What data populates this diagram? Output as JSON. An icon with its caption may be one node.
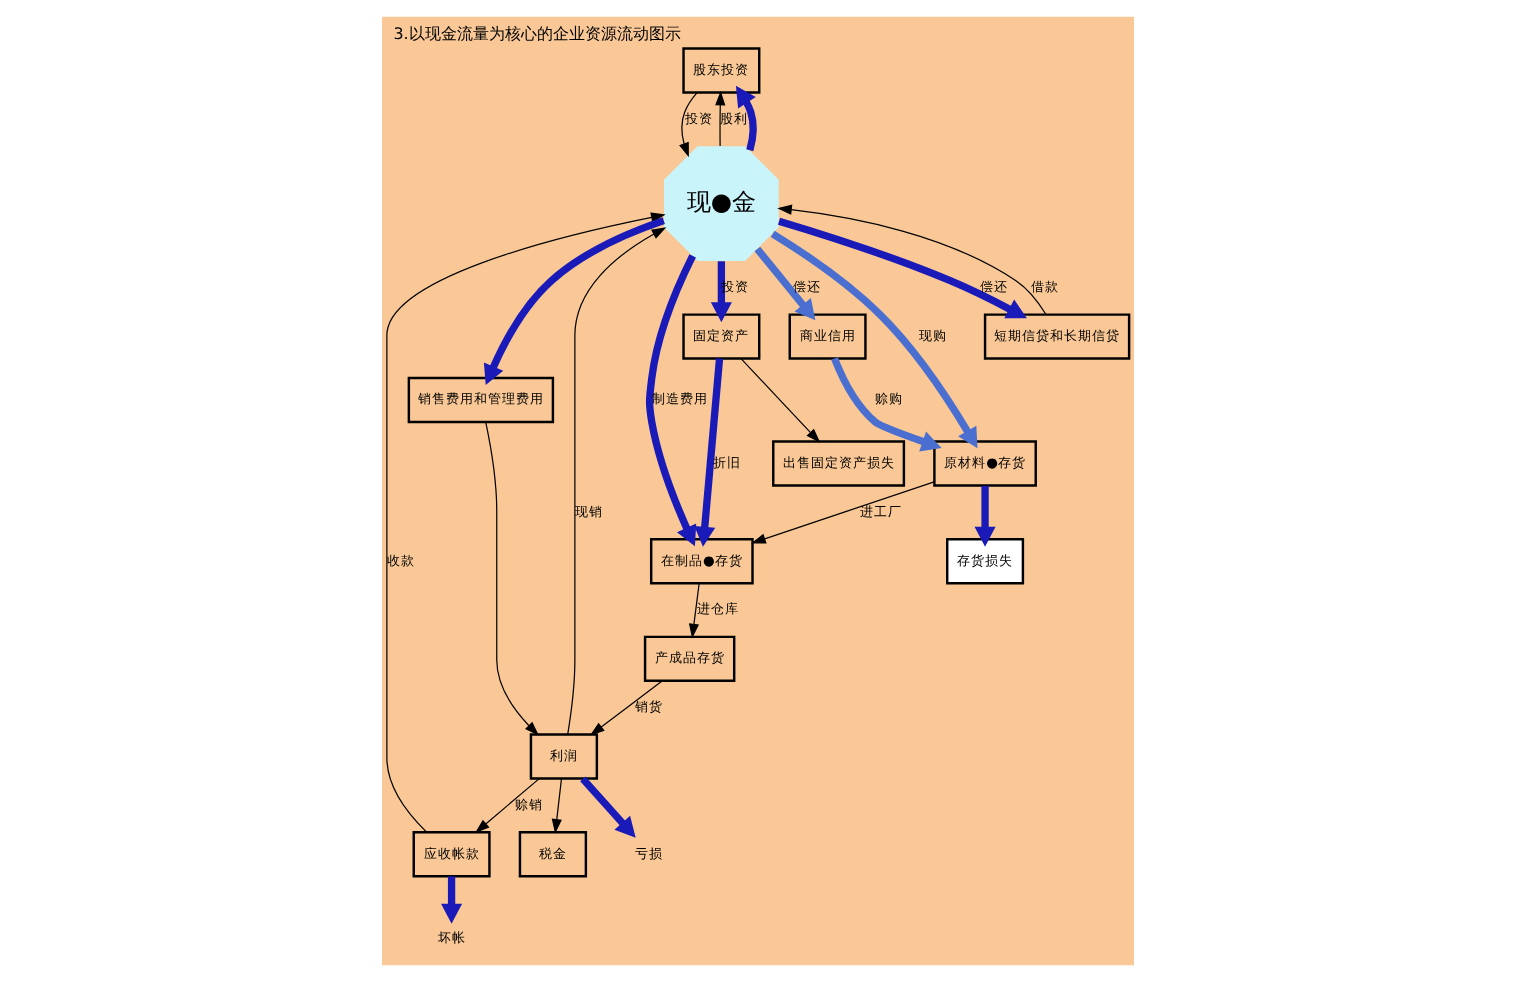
{
  "diagram": {
    "title": "3.以现金流量为核心的企业资源流动图示",
    "nodes": [
      {
        "text": [
          "股东投资"
        ]
      },
      {
        "text": [
          "应收帐款"
        ]
      },
      {
        "text": [
          "商业信用"
        ]
      },
      {
        "text": [
          "现●金"
        ]
      },
      {
        "text": [
          "坏帐"
        ]
      },
      {
        "text": [
          "亏损"
        ]
      },
      {
        "text": [
          "销售费用和管理费用"
        ]
      },
      {
        "text": [
          "税金"
        ]
      },
      {
        "text": [
          "利润"
        ]
      },
      {
        "text": [
          "固定资产"
        ]
      },
      {
        "text": [
          "短期信贷和长期信贷"
        ]
      },
      {
        "text": [
          "原材料●存货"
        ]
      },
      {
        "text": [
          "出售固定资产损失"
        ]
      },
      {
        "text": [
          "存货损失"
        ]
      },
      {
        "text": [
          "产成品存货"
        ]
      },
      {
        "text": [
          "在制品●存货"
        ]
      }
    ],
    "edges": [
      {
        "from": 3,
        "to": 0,
        "arrow": "to",
        "label": "股利"
      },
      {
        "from": 3,
        "to": 0,
        "arrow": "to",
        "style": "thick",
        "color": "#1a1ab8"
      },
      {
        "from": 0,
        "to": 3,
        "arrow": "to",
        "label": "投资"
      },
      {
        "from": 1,
        "to": 3,
        "arrow": "to",
        "label": "收款"
      },
      {
        "from": 8,
        "to": 3,
        "arrow": "to",
        "label": "现销"
      },
      {
        "from": 8,
        "to": 1,
        "arrow": "to",
        "label": "赊销"
      },
      {
        "from": 1,
        "to": 4,
        "arrow": "to",
        "style": "thick",
        "color": "#1a1ab8"
      },
      {
        "from": 8,
        "to": 5,
        "arrow": "to",
        "style": "thick",
        "color": "#1a1ab8"
      },
      {
        "from": 8,
        "to": 7,
        "arrow": "to"
      },
      {
        "from": 3,
        "to": 6,
        "arrow": "to",
        "style": "thick",
        "color": "#1a1ab8"
      },
      {
        "from": 6,
        "to": 8,
        "arrow": "to"
      },
      {
        "from": 3,
        "to": 9,
        "arrow": "to",
        "label": "投资",
        "style": "thick",
        "color": "#1a1ab8"
      },
      {
        "from": 9,
        "to": 12,
        "arrow": "to"
      },
      {
        "from": 9,
        "to": 15,
        "arrow": "to",
        "label": "折旧",
        "style": "thick",
        "color": "#1a1ab8"
      },
      {
        "from": 3,
        "to": 15,
        "arrow": "to",
        "label": "制造费用",
        "style": "thick",
        "color": "#1a1ab8"
      },
      {
        "from": 3,
        "to": 2,
        "arrow": "to",
        "label": "偿还",
        "style": "thick",
        "color": "#4a6fd0"
      },
      {
        "from": 2,
        "to": 11,
        "arrow": "to",
        "label": "赊购",
        "style": "thick",
        "color": "#4a6fd0"
      },
      {
        "from": 3,
        "to": 11,
        "arrow": "to",
        "label": "现购",
        "style": "thick",
        "color": "#4a6fd0"
      },
      {
        "from": 3,
        "to": 10,
        "arrow": "to",
        "label": "偿还",
        "style": "thick",
        "color": "#1a1ab8"
      },
      {
        "from": 10,
        "to": 3,
        "arrow": "to",
        "label": "借款"
      },
      {
        "from": 11,
        "to": 13,
        "arrow": "to",
        "style": "thick",
        "color": "#1a1ab8"
      },
      {
        "from": 11,
        "to": 15,
        "arrow": "to",
        "label": "进工厂"
      },
      {
        "from": 15,
        "to": 14,
        "arrow": "to",
        "label": "进仓库"
      },
      {
        "from": 14,
        "to": 8,
        "arrow": "to",
        "label": "销货"
      }
    ]
  }
}
